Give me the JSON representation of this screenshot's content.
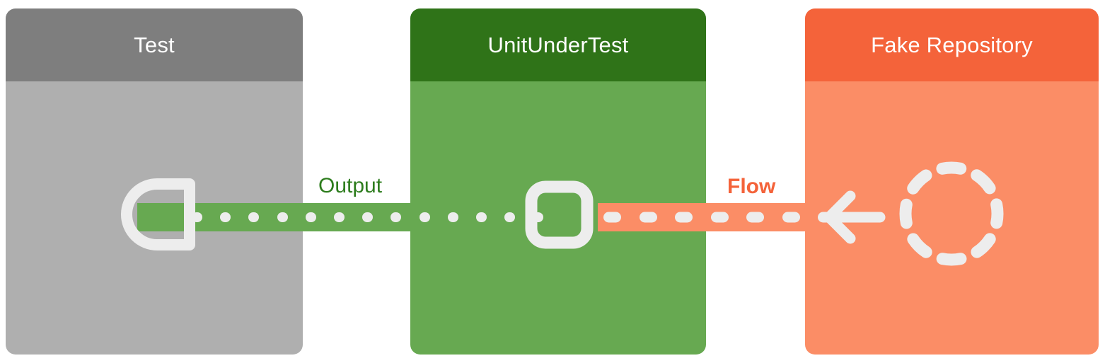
{
  "diagram": {
    "type": "sequence-diagram",
    "title": "",
    "background": "#ffffff",
    "participants": [
      {
        "id": "test",
        "label": "Test",
        "header_color": "#7E7E7E",
        "body_color": "#AFAFAF",
        "title_color": "#ffffff"
      },
      {
        "id": "unit-under-test",
        "label": "UnitUnderTest",
        "header_color": "#2F7318",
        "body_color": "#67A951",
        "title_color": "#ffffff"
      },
      {
        "id": "fake-repository",
        "label": "Fake Repository",
        "header_color": "#F4633A",
        "body_color": "#FB8D66",
        "title_color": "#ffffff"
      }
    ],
    "messages": [
      {
        "id": "output",
        "label": "Output",
        "label_color": "#2E7D1E",
        "band_color": "#67A951",
        "dash_color": "#EDEDED",
        "style": "dotted",
        "bold": false,
        "from": "unit-under-test",
        "to": "test",
        "source_icon": "rounded-square-icon",
        "target_icon": "d-socket-icon"
      },
      {
        "id": "flow",
        "label": "Flow",
        "label_color": "#F4633A",
        "band_color": "#FB8D66",
        "dash_color": "#EDEDED",
        "style": "dashed",
        "bold": true,
        "from": "fake-repository",
        "to": "unit-under-test",
        "source_icon": "dashed-circle-icon",
        "target_icon": "arrow-left-icon"
      }
    ],
    "icons": {
      "d_socket": "d-socket-icon",
      "rounded_square": "rounded-square-icon",
      "arrow_left": "arrow-left-icon",
      "dashed_circle": "dashed-circle-icon",
      "icon_stroke_color": "#EDEDED"
    }
  }
}
